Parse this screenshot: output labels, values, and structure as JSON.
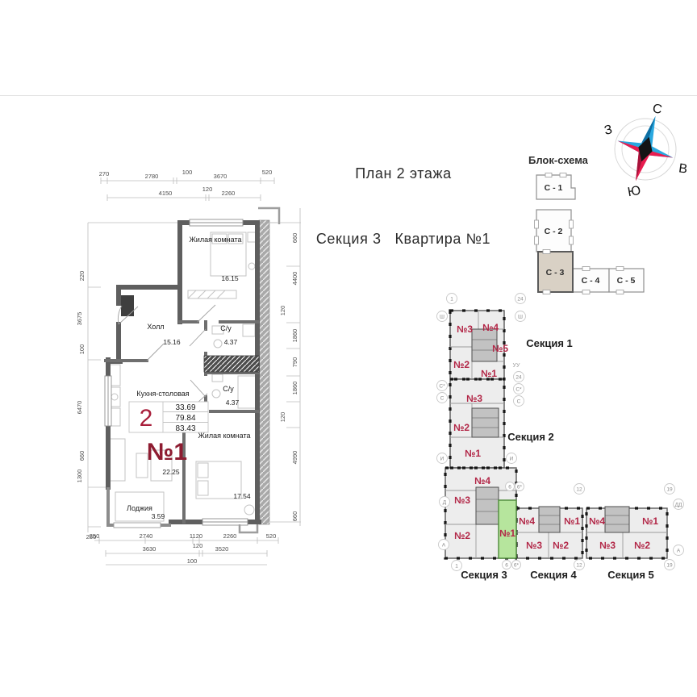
{
  "page": {
    "title1": "План 2 этажа",
    "title2": "Секция 3   Квартира №1"
  },
  "compass": {
    "n": "С",
    "w": "З",
    "e": "В",
    "s": "Ю"
  },
  "block_schema": {
    "title": "Блок-схема",
    "b1": "С - 1",
    "b2": "С - 2",
    "b3": "С - 3",
    "b4": "С - 4",
    "b5": "С - 5"
  },
  "plan": {
    "rooms": {
      "living_top": {
        "name": "Жилая комната",
        "area": "16.15"
      },
      "hall": {
        "name": "Холл",
        "area": "15.16"
      },
      "wc_top": {
        "name": "С/у",
        "area": "4.37"
      },
      "wc_bottom": {
        "name": "С/у",
        "area": "4.37"
      },
      "kitchen": {
        "name": "Кухня-столовая",
        "area": "22.25"
      },
      "living_bottom": {
        "name": "Жилая комната",
        "area": "17.54"
      },
      "loggia": {
        "name": "Лоджия",
        "area": "3.59"
      }
    },
    "info": {
      "rooms": "2",
      "a1": "33.69",
      "a2": "79.84",
      "a3": "83.43",
      "apt": "№1"
    },
    "dims": {
      "t1": [
        "270",
        "2780",
        "100",
        "3670",
        "520"
      ],
      "t2": [
        "4150",
        "120",
        "2260"
      ],
      "l": [
        "220",
        "3675",
        "100",
        "6470",
        "660",
        "1300",
        "250"
      ],
      "r": [
        "660",
        "4400",
        "120",
        "1860",
        "790",
        "1860",
        "120",
        "4990",
        "660"
      ],
      "b1": [
        "250",
        "2740",
        "1120",
        "2260",
        "520"
      ],
      "b2": [
        "3630",
        "120",
        "3520"
      ],
      "b3": [
        "100"
      ]
    }
  },
  "overview": {
    "sections": {
      "s1": {
        "label": "Секция 1",
        "a": [
          "№3",
          "№4",
          "№5",
          "№2",
          "№1"
        ]
      },
      "s2": {
        "label": "Секция 2",
        "a": [
          "№3",
          "№2",
          "№1"
        ]
      },
      "s3": {
        "label": "Секция 3",
        "a": [
          "№4",
          "№3",
          "№2",
          "№1"
        ]
      },
      "s4": {
        "label": "Секция 4",
        "a": [
          "№4",
          "№1",
          "№3",
          "№2"
        ]
      },
      "s5": {
        "label": "Секция 5",
        "a": [
          "№4",
          "№1",
          "№3",
          "№2"
        ]
      }
    },
    "axes": {
      "top": [
        "1",
        "24"
      ],
      "left": [
        "Ш",
        "С*",
        "С",
        "И",
        "Д",
        "А"
      ],
      "right": [
        "Ш",
        "УУ",
        "24",
        "С*",
        "С",
        "И"
      ],
      "mid": [
        "6",
        "6*",
        "12",
        "19",
        "ДД"
      ],
      "bottom": [
        "1",
        "6",
        "6*",
        "12",
        "19",
        "А"
      ]
    }
  },
  "colors": {
    "crimson": "#a81e3a",
    "overview_red": "#b22747",
    "green": "#b6e59d",
    "beige": "#d9d1c5",
    "wall": "#5f5f5f"
  }
}
